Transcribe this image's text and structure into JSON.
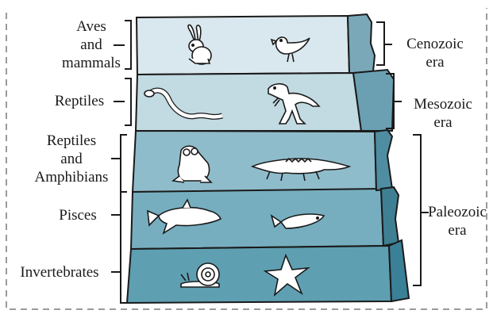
{
  "groups": {
    "aves_mammals": "Aves\nand\nmammals",
    "reptiles": "Reptiles",
    "reptiles_amphibians": "Reptiles\nand\nAmphibians",
    "pisces": "Pisces",
    "invertebrates": "Invertebrates"
  },
  "eras": {
    "cenozoic": "Cenozoic\nera",
    "mesozoic": "Mesozoic\nera",
    "paleozoic": "Paleozoic\nera"
  },
  "animals": [
    "rabbit-icon",
    "bird-icon",
    "snake-icon",
    "dinosaur-icon",
    "frog-icon",
    "crocodile-icon",
    "shark-icon",
    "fish-icon",
    "snail-icon",
    "starfish-icon"
  ],
  "colors": {
    "layer_top": "#d9e8ee",
    "layer_2": "#c2dae2",
    "layer_3": "#8fbccb",
    "layer_4": "#76aebf",
    "layer_5": "#5f9fb2",
    "outline": "#1a1a1a"
  }
}
